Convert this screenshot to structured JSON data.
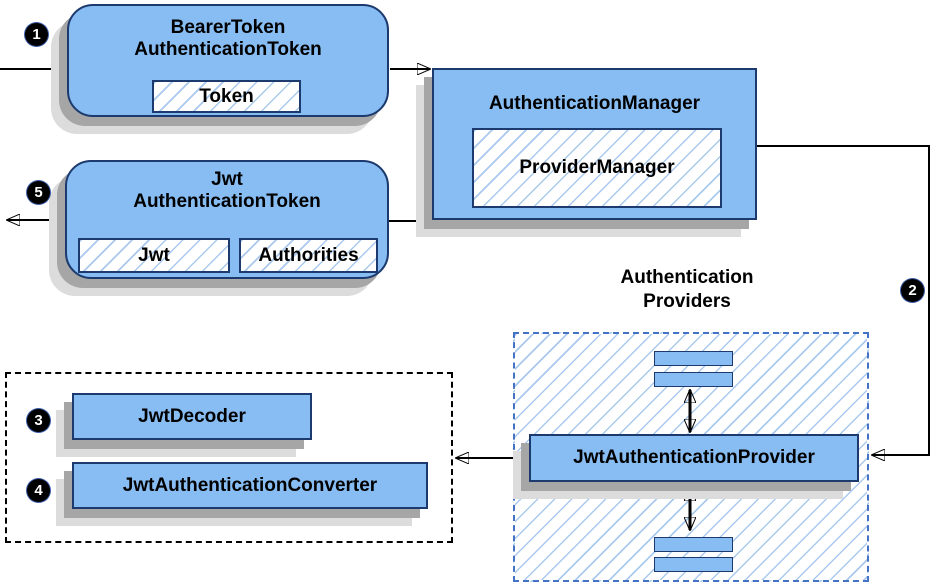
{
  "nodes": {
    "bearer_token": {
      "title_line1": "BearerToken",
      "title_line2": "AuthenticationToken",
      "field": "Token"
    },
    "authentication_manager": {
      "title": "AuthenticationManager",
      "inner": "ProviderManager"
    },
    "jwt_authentication_token": {
      "title_line1": "Jwt",
      "title_line2": "AuthenticationToken",
      "field1": "Jwt",
      "field2": "Authorities"
    },
    "providers_group": {
      "label_line1": "Authentication",
      "label_line2": "Providers",
      "provider": "JwtAuthenticationProvider"
    },
    "resolver_group": {
      "decoder": "JwtDecoder",
      "converter": "JwtAuthenticationConverter"
    }
  },
  "steps": {
    "s1": "1",
    "s2": "2",
    "s3": "3",
    "s4": "4",
    "s5": "5"
  },
  "colors": {
    "box_fill": "#87bdf2",
    "box_border": "#1c3a6e",
    "hatch_line": "#a9c9ee",
    "dashed_blue": "#4472c4",
    "dashed_black": "#000000",
    "arrow": "#000000",
    "shadow_dark": "#a6a6a6",
    "shadow_light": "#dcdcdc",
    "badge_bg": "#000000",
    "badge_text": "#ffffff",
    "text": "#000000"
  }
}
